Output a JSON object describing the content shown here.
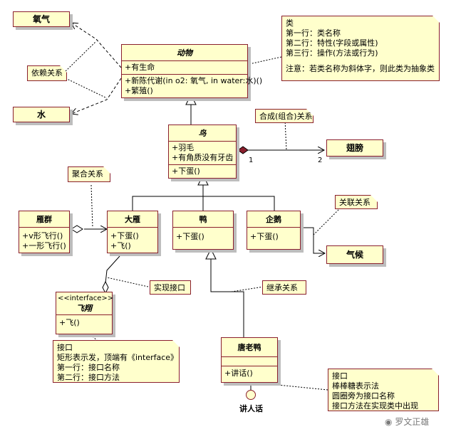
{
  "oxygen": "氧气",
  "water": "水",
  "animal": {
    "name": "动物",
    "attrs": [
      "+有生命"
    ],
    "ops": [
      "+新陈代谢(in o2: 氧气, in water:水)()",
      "+繁殖()"
    ]
  },
  "bird": {
    "name": "鸟",
    "attrs": [
      "+羽毛",
      "+有角质没有牙齿"
    ],
    "ops": [
      "+下蛋()"
    ]
  },
  "wing": "翅膀",
  "goose_flock": {
    "name": "雁群",
    "ops": [
      "+v形飞行()",
      "+一形飞行()"
    ]
  },
  "goose": {
    "name": "大雁",
    "ops": [
      "+下蛋()",
      "+飞()"
    ]
  },
  "duck": {
    "name": "鸭",
    "ops": [
      "+下蛋()"
    ]
  },
  "penguin": {
    "name": "企鹅",
    "ops": [
      "+下蛋()"
    ]
  },
  "climate": "气候",
  "fly_iface": {
    "stereo": "<<interface>>",
    "name": "飞翔",
    "ops": [
      "+飞()"
    ]
  },
  "donald": {
    "name": "唐老鸭",
    "ops": [
      "+讲话()"
    ]
  },
  "speak_iface": "讲人话",
  "notes": {
    "class_note": [
      "类",
      "第一行：类名称",
      "第二行：特性(字段或属性)",
      "第三行：操作(方法或行为)",
      "",
      "注意：若类名称为斜体字，则此类为抽象类"
    ],
    "dependency": "依赖关系",
    "composition": "合成(组合)关系",
    "aggregation": "聚合关系",
    "association": "关联关系",
    "realization": "实现接口",
    "inheritance": "继承关系",
    "iface_note": [
      "接口",
      "矩形表示发，顶端有《interface》",
      "第一行：接口名称",
      "第二行：接口方法"
    ],
    "lollipop_note": [
      "接口",
      "棒棒糖表示法",
      "圆圈旁为接口名称",
      "接口方法在实现类中出现"
    ]
  },
  "multiplicity": {
    "one": "1",
    "two": "2"
  },
  "watermark": "罗文正雄",
  "colors": {
    "fill": "#ffffcc",
    "border": "#8a1f2d",
    "shadow": "#bdbdbd"
  }
}
